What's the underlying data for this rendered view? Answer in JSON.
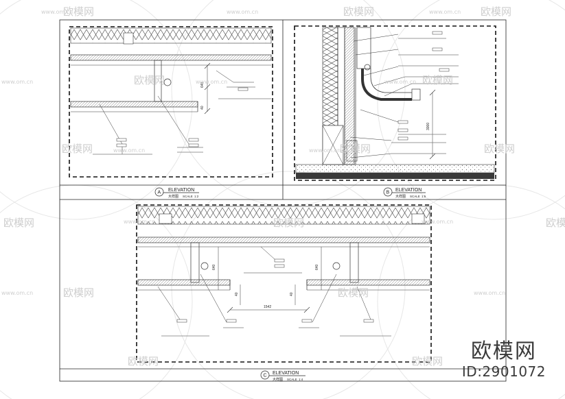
{
  "watermark": {
    "site_name": "欧模网",
    "site_url": "www.om.cn",
    "id_label": "ID:2901072"
  },
  "panels": {
    "a": {
      "letter": "A",
      "title": "ELEVATION",
      "subtitle": "大样图",
      "scale_label": "SCALE",
      "scale_value": "1:2",
      "dimensions": [
        "640",
        "40"
      ]
    },
    "b": {
      "letter": "B",
      "title": "ELEVATION",
      "subtitle": "大样图",
      "scale_label": "SCALE",
      "scale_value": "1:5",
      "dimensions": [
        "3000"
      ]
    },
    "c": {
      "letter": "C",
      "title": "ELEVATION",
      "subtitle": "大样图",
      "scale_label": "SCALE",
      "scale_value": "1:4",
      "dimensions": [
        "640",
        "640",
        "40",
        "40",
        "1542"
      ]
    }
  },
  "colors": {
    "line": "#222222",
    "hatch": "#555555",
    "floor": "#3a3a3a",
    "watermark": "#c9c9c9"
  }
}
